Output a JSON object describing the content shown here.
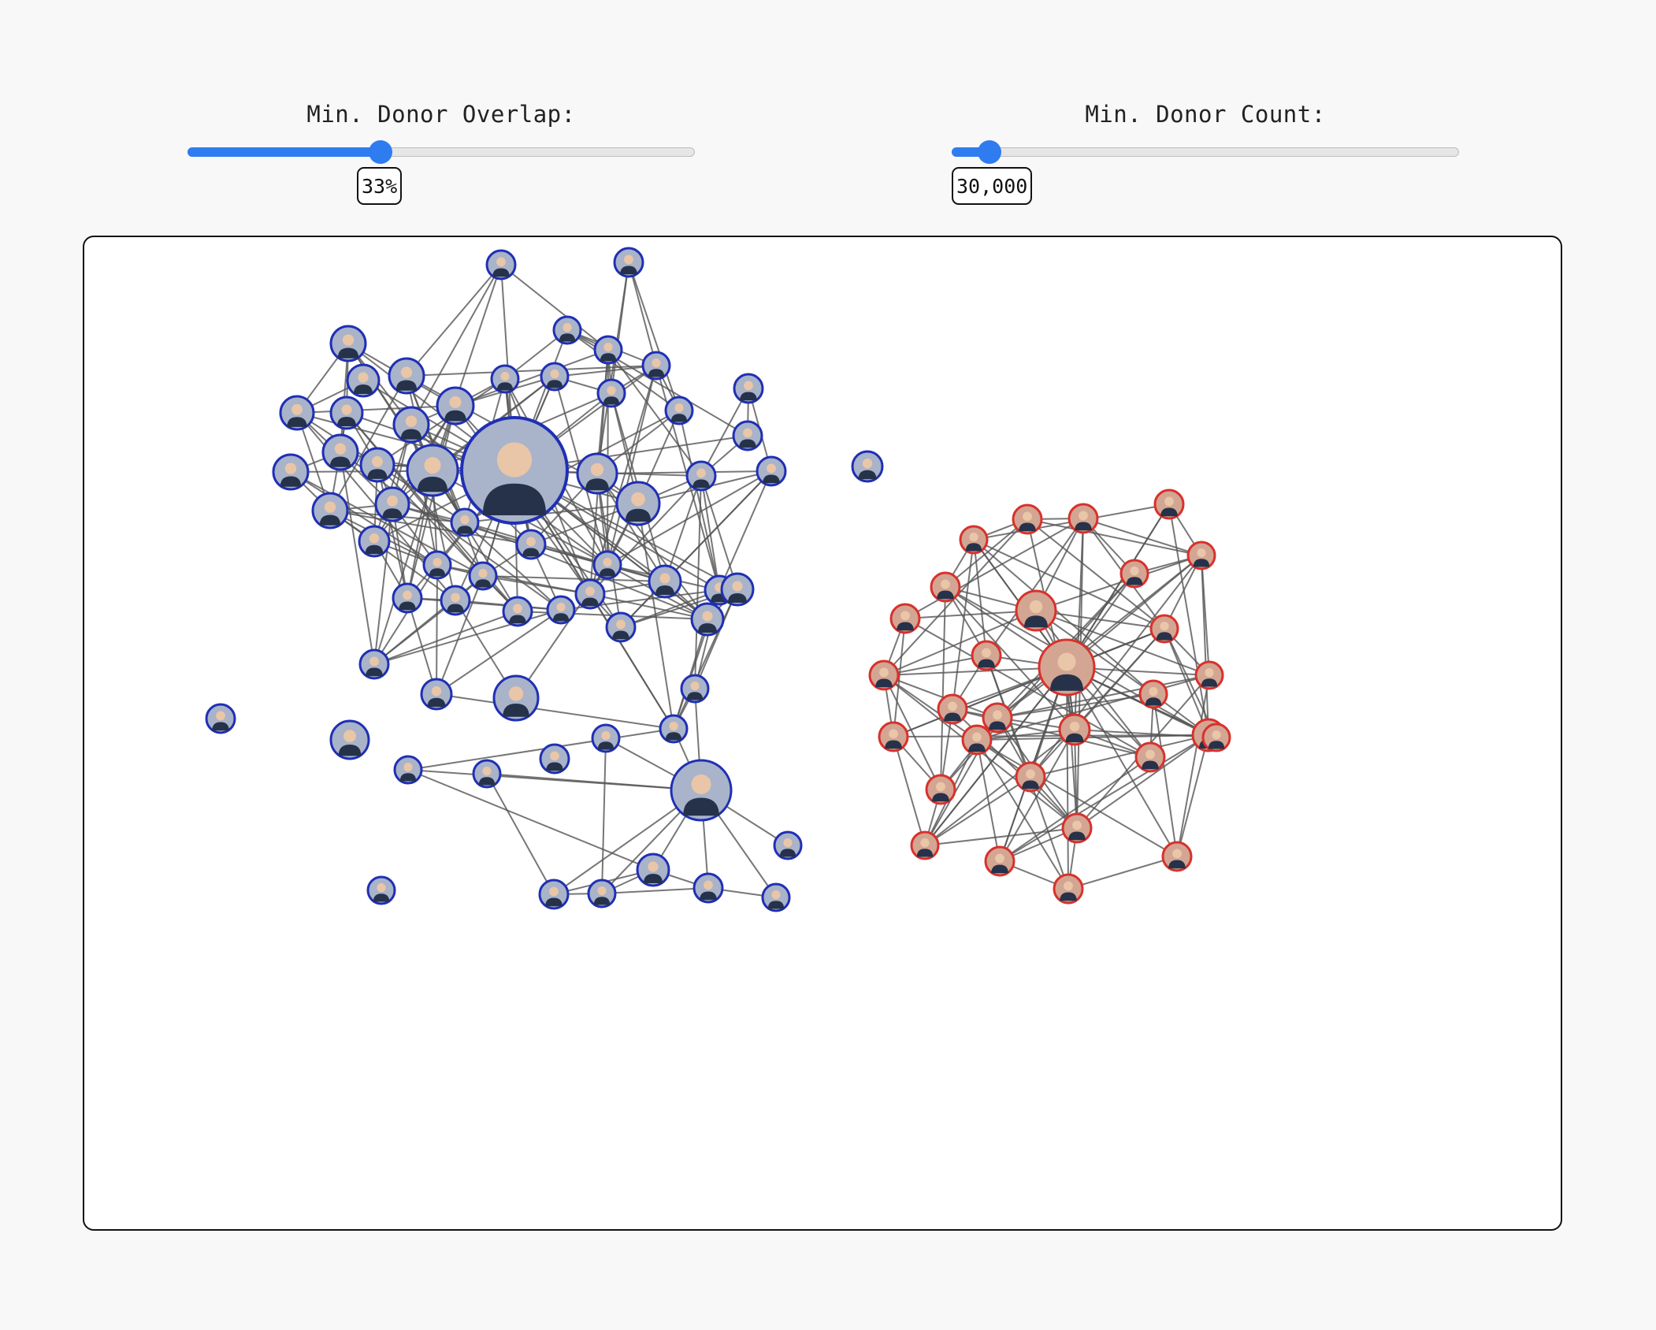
{
  "controls": {
    "overlap": {
      "label": "Min. Donor Overlap:",
      "value_text": "33%",
      "fraction": 0.38
    },
    "count": {
      "label": "Min. Donor Count:",
      "value_text": "30,000",
      "fraction": 0.075
    }
  },
  "network": {
    "colors": {
      "democrat": "#1f2fb5",
      "republican": "#d8312b",
      "edge": "#555555",
      "democrat_fill": "#a9b3c9",
      "republican_fill": "#d3a593",
      "background": "#ffffff"
    },
    "node_image": "candidate-portrait"
  }
}
